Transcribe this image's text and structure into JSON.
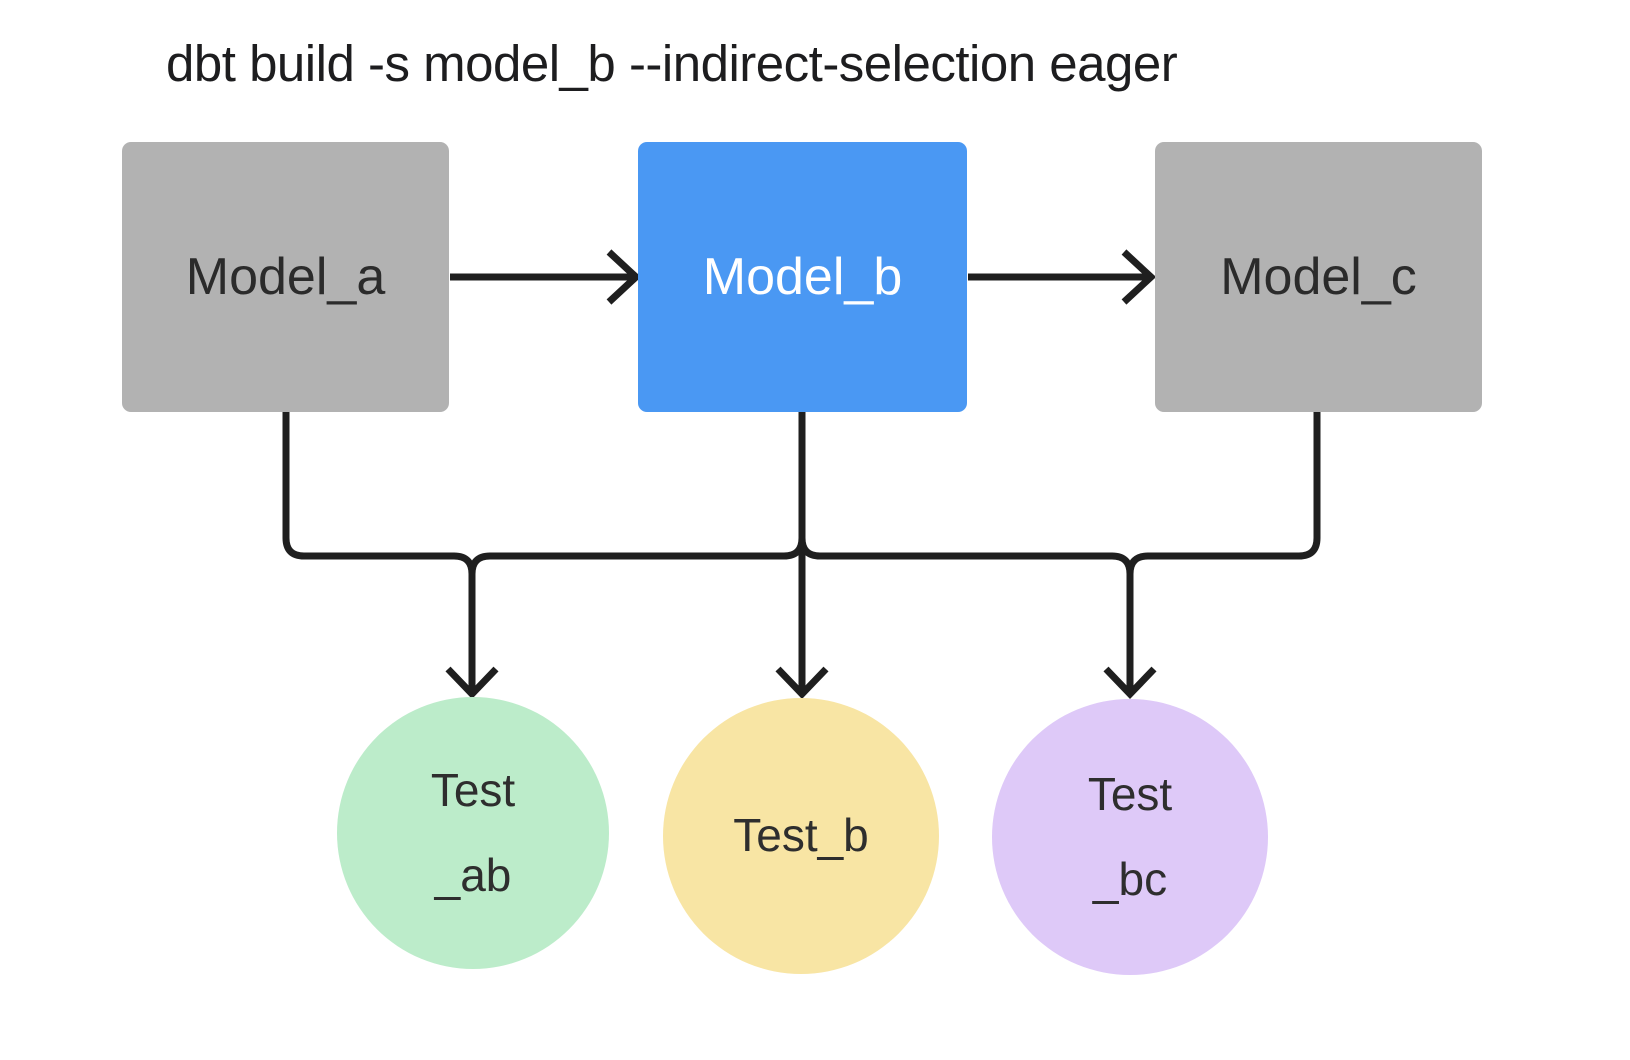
{
  "diagram": {
    "command": "dbt build -s model_b --indirect-selection eager",
    "background": "#ffffff",
    "line_color": "#1f1f1f",
    "title_color": "#1d1d1f",
    "models": [
      {
        "id": "model_a",
        "label": "Model_a",
        "fill": "#b2b2b2",
        "text_color": "#2b2b2b"
      },
      {
        "id": "model_b",
        "label": "Model_b",
        "fill": "#4a98f3",
        "text_color": "#ffffff"
      },
      {
        "id": "model_c",
        "label": "Model_c",
        "fill": "#b2b2b2",
        "text_color": "#2b2b2b"
      }
    ],
    "tests": [
      {
        "id": "test_ab",
        "line1": "Test",
        "line2": "_ab",
        "fill": "#bceccа",
        "text_color": "#2e2e2e"
      },
      {
        "id": "test_b",
        "line1": "Test_b",
        "line2": "",
        "fill": "#f8e5a4",
        "text_color": "#2e2e2e"
      },
      {
        "id": "test_bc",
        "line1": "Test",
        "line2": "_bc",
        "fill": "#dec9f8",
        "text_color": "#2e2e2e"
      }
    ],
    "edges": [
      {
        "from": "model_a",
        "to": "model_b"
      },
      {
        "from": "model_b",
        "to": "model_c"
      },
      {
        "from": "model_a",
        "to": "test_ab"
      },
      {
        "from": "model_b",
        "to": "test_ab"
      },
      {
        "from": "model_b",
        "to": "test_b"
      },
      {
        "from": "model_b",
        "to": "test_bc"
      },
      {
        "from": "model_c",
        "to": "test_bc"
      }
    ]
  }
}
